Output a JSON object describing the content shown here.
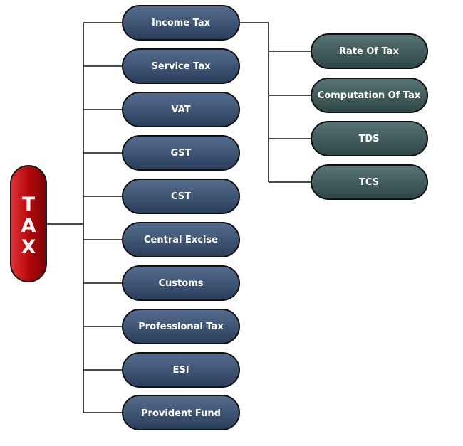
{
  "root": {
    "label": "TAX"
  },
  "categories": [
    {
      "label": "Income Tax"
    },
    {
      "label": "Service Tax"
    },
    {
      "label": "VAT"
    },
    {
      "label": "GST"
    },
    {
      "label": "CST"
    },
    {
      "label": "Central Excise"
    },
    {
      "label": "Customs"
    },
    {
      "label": "Professional Tax"
    },
    {
      "label": "ESI"
    },
    {
      "label": "Provident Fund"
    }
  ],
  "income_tax_children": [
    {
      "label": "Rate Of Tax"
    },
    {
      "label": "Computation Of Tax"
    },
    {
      "label": "TDS"
    },
    {
      "label": "TCS"
    }
  ],
  "colors": {
    "root": "#b5080c",
    "category": "#38506f",
    "subcategory": "#3d5a5a",
    "connector": "#111111"
  }
}
